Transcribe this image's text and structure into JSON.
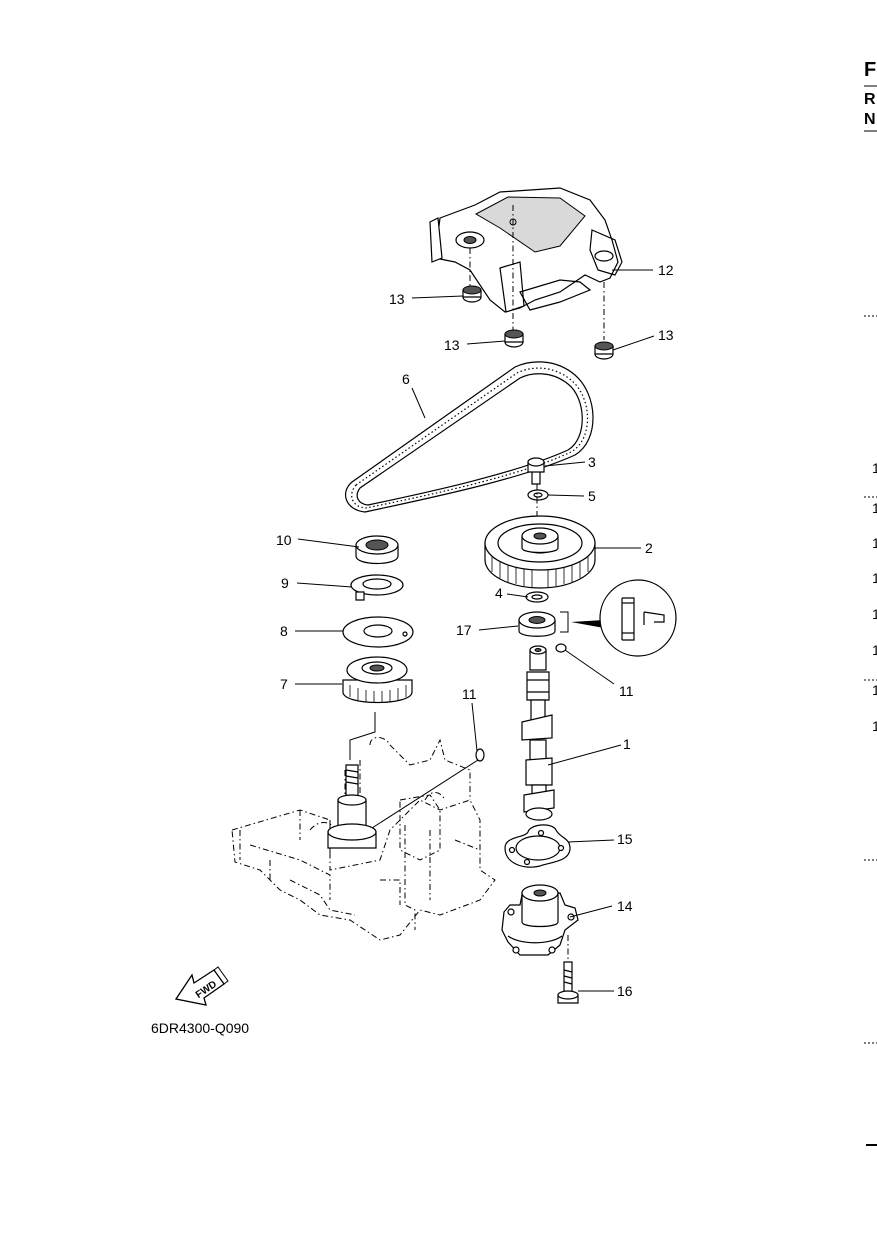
{
  "diagram_code": "6DR4300-Q090",
  "fwd_label": "FWD",
  "edge_header": [
    "F",
    "R",
    "N"
  ],
  "edge_numbers": [
    "1",
    "1",
    "1",
    "1",
    "1",
    "1",
    "1",
    "1"
  ],
  "callouts": [
    "1",
    "2",
    "3",
    "4",
    "5",
    "6",
    "7",
    "8",
    "9",
    "10",
    "11",
    "11",
    "12",
    "13",
    "13",
    "13",
    "14",
    "15",
    "16",
    "17"
  ]
}
